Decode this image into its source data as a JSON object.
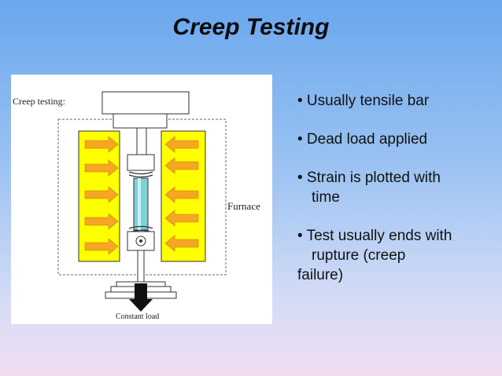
{
  "slide": {
    "title": "Creep Testing"
  },
  "figure": {
    "heading": "Creep testing:",
    "furnace_label": "Furnace",
    "load_label": "Constant load",
    "colors": {
      "heater": "#ffff00",
      "arrow": "#f5a623",
      "specimen": "#7fd0d8"
    }
  },
  "bullets": [
    {
      "line1": "• Usually tensile   bar",
      "line2": "",
      "line3": ""
    },
    {
      "line1": "• Dead load applied",
      "line2": "",
      "line3": ""
    },
    {
      "line1": "• Strain is plotted with",
      "line2": "time",
      "line3": ""
    },
    {
      "line1": "• Test usually ends with",
      "line2": "rupture (creep",
      "line3": "failure)"
    }
  ]
}
